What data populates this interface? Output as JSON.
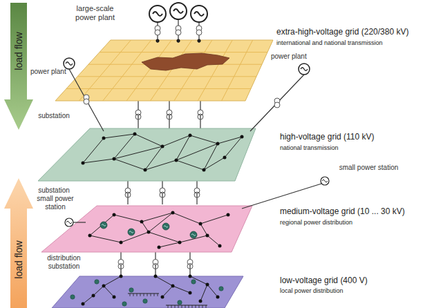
{
  "diagram": {
    "nodes": [
      {
        "text": [
          "load flow"
        ]
      },
      {
        "text": [
          "extra-high-voltage grid (220/380 kV)",
          "international and national transmission"
        ]
      },
      {
        "text": [
          "high-voltage grid (110 kV)",
          "national transmission"
        ]
      },
      {
        "text": [
          "load flow"
        ]
      },
      {
        "text": [
          "medium-voltage grid (10 ... 30 kV)",
          "regional power distribution"
        ]
      },
      {
        "text": [
          "low-voltage grid (400 V)",
          "local power distribution"
        ]
      }
    ],
    "edges": [
      {
        "from": 1,
        "to": 2,
        "arrow": "none"
      },
      {
        "from": 1,
        "to": 2,
        "arrow": "none"
      },
      {
        "from": 1,
        "to": 2,
        "arrow": "none"
      },
      {
        "from": 2,
        "to": 4,
        "arrow": "none"
      },
      {
        "from": 2,
        "to": 4,
        "arrow": "none"
      },
      {
        "from": 2,
        "to": 4,
        "arrow": "none"
      },
      {
        "from": 4,
        "to": 5,
        "arrow": "none"
      },
      {
        "from": 4,
        "to": 5,
        "arrow": "none"
      },
      {
        "from": 4,
        "to": 5,
        "arrow": "none"
      }
    ],
    "labels": [
      "large-scale power plant",
      "power plant",
      "power plant",
      "substation",
      "small power station",
      "substation",
      "small power station",
      "distribution substation"
    ]
  }
}
